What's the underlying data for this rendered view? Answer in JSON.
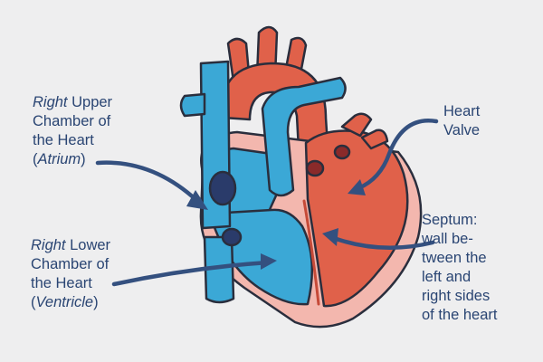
{
  "labels": {
    "right_atrium": {
      "line1_italic": "Right",
      "line1_rest": " Upper",
      "line2": "Chamber of",
      "line3": "the Heart",
      "line4_open": "(",
      "line4_italic": "Atrium",
      "line4_close": ")"
    },
    "right_ventricle": {
      "line1_italic": "Right",
      "line1_rest": " Lower",
      "line2": "Chamber of",
      "line3": "the Heart",
      "line4_open": "(",
      "line4_italic": "Ventricle",
      "line4_close": ")"
    },
    "heart_valve": {
      "line1": "Heart",
      "line2": "Valve"
    },
    "septum": {
      "line1": "Septum:",
      "line2": "wall be-",
      "line3": "tween the",
      "line4": "left and",
      "line5": "right sides",
      "line6": "of the heart"
    }
  },
  "colors": {
    "background": "#eeeeef",
    "text": "#2a4573",
    "arrow": "#34507f",
    "blood_blue": "#3ba8d6",
    "blood_blue_dark": "#2a85b5",
    "blood_red": "#e0614a",
    "blood_red_dark": "#c64a38",
    "wall_pink": "#f3b7ae",
    "outline": "#2a2e3d"
  }
}
